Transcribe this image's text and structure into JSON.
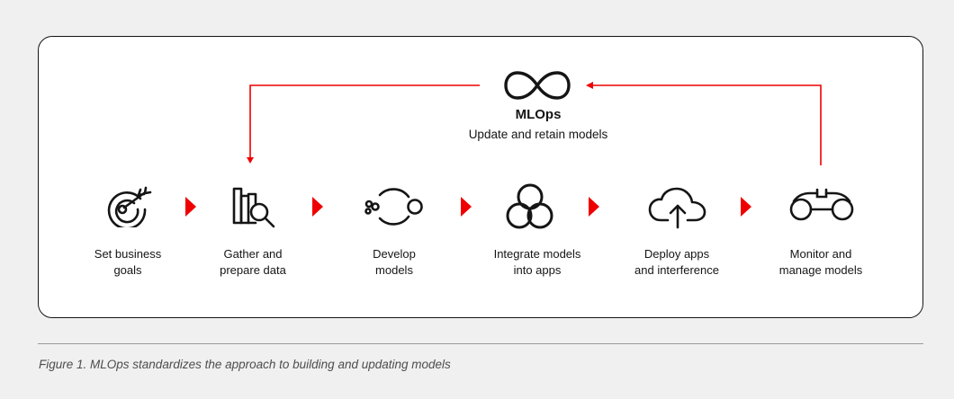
{
  "diagram": {
    "loop": {
      "icon": "infinity-icon",
      "title": "MLOps",
      "subtitle": "Update and retain models"
    },
    "steps": [
      {
        "icon": "target-icon",
        "label": "Set business\ngoals"
      },
      {
        "icon": "data-search-icon",
        "label": "Gather and\nprepare data"
      },
      {
        "icon": "develop-cycle-icon",
        "label": "Develop\nmodels"
      },
      {
        "icon": "integration-circles-icon",
        "label": "Integrate models\ninto apps"
      },
      {
        "icon": "cloud-upload-icon",
        "label": "Deploy apps\nand interference"
      },
      {
        "icon": "binoculars-icon",
        "label": "Monitor and\nmanage models"
      }
    ],
    "colors": {
      "accent": "#ee0000",
      "ink": "#151515",
      "card": "#ffffff",
      "background": "#f0f0f0"
    }
  },
  "caption": "Figure 1. MLOps standardizes the approach to building and updating models"
}
